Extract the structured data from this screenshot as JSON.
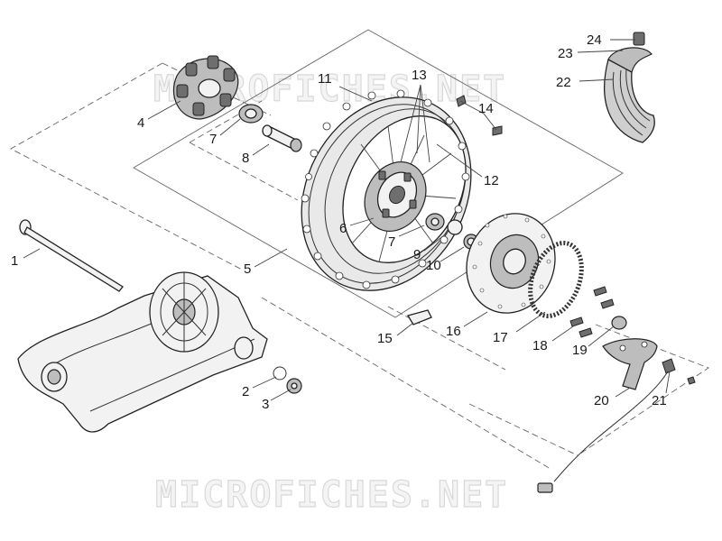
{
  "watermark": {
    "top": "MICROFICHES.NET",
    "bottom": "MICROFICHES.NET"
  },
  "callouts": [
    {
      "id": "c1",
      "text": "1"
    },
    {
      "id": "c2",
      "text": "2"
    },
    {
      "id": "c3",
      "text": "3"
    },
    {
      "id": "c4",
      "text": "4"
    },
    {
      "id": "c5",
      "text": "5"
    },
    {
      "id": "c6",
      "text": "6"
    },
    {
      "id": "c7a",
      "text": "7"
    },
    {
      "id": "c7b",
      "text": "7"
    },
    {
      "id": "c8",
      "text": "8"
    },
    {
      "id": "c9",
      "text": "9"
    },
    {
      "id": "c10",
      "text": "10"
    },
    {
      "id": "c11",
      "text": "11"
    },
    {
      "id": "c12",
      "text": "12"
    },
    {
      "id": "c13",
      "text": "13"
    },
    {
      "id": "c14",
      "text": "14"
    },
    {
      "id": "c15",
      "text": "15"
    },
    {
      "id": "c16",
      "text": "16"
    },
    {
      "id": "c17",
      "text": "17"
    },
    {
      "id": "c18",
      "text": "18"
    },
    {
      "id": "c19",
      "text": "19"
    },
    {
      "id": "c20",
      "text": "20"
    },
    {
      "id": "c21",
      "text": "21"
    },
    {
      "id": "c22",
      "text": "22"
    },
    {
      "id": "c23",
      "text": "23"
    },
    {
      "id": "c24",
      "text": "24"
    }
  ]
}
